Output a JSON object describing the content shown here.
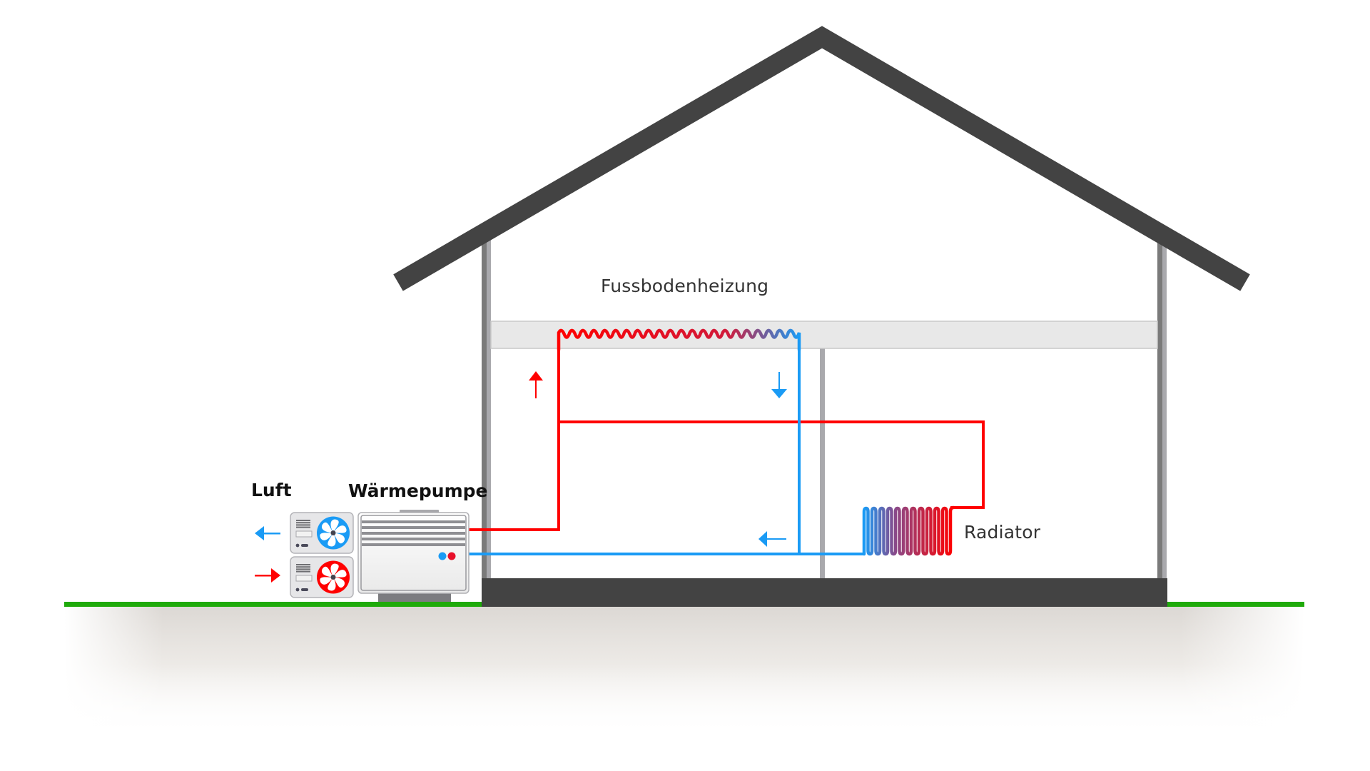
{
  "diagram": {
    "title": "Luft-Wasser-Wärmepumpe im Haus",
    "labels": {
      "air": "Luft",
      "heat_pump": "Wärmepumpe",
      "floor_heating": "Fussbodenheizung",
      "radiator": "Radiator"
    },
    "colors": {
      "hot": "#ff0000",
      "cold": "#1a9bf5",
      "structure": "#434343",
      "wall_dark": "#7a7a7a",
      "wall_light": "#a9a9ad",
      "floor_band": "#e8e8e8",
      "ground": "#1faa0a",
      "unit_body": "#f0f0f0",
      "unit_frame": "#a0a0a4"
    },
    "flows": [
      {
        "name": "air-out",
        "direction": "left",
        "color": "cold"
      },
      {
        "name": "air-in",
        "direction": "right",
        "color": "hot"
      },
      {
        "name": "supply-up",
        "direction": "up",
        "color": "hot"
      },
      {
        "name": "floor-return-down",
        "direction": "down",
        "color": "cold"
      },
      {
        "name": "return-left",
        "direction": "left",
        "color": "cold"
      }
    ],
    "components": [
      {
        "name": "outdoor-fan-cold",
        "fan_color": "cold"
      },
      {
        "name": "outdoor-fan-hot",
        "fan_color": "hot"
      },
      {
        "name": "heat-pump-unit",
        "indicators": [
          "cold",
          "hot"
        ]
      },
      {
        "name": "floor-heating-coil",
        "gradient": [
          "hot",
          "cold"
        ]
      },
      {
        "name": "radiator-coil",
        "gradient": [
          "cold",
          "hot"
        ]
      }
    ]
  }
}
